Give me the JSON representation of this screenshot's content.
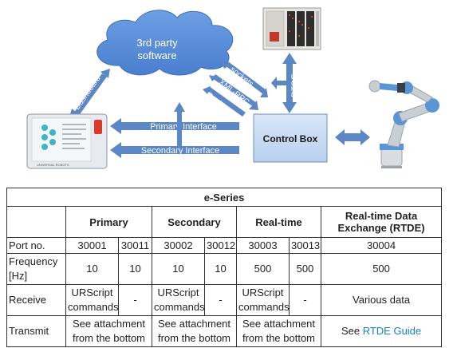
{
  "diagram": {
    "cloud_label_line1": "3rd party",
    "cloud_label_line2": "software",
    "arrow_dashboard": "Dashboard",
    "arrow_sockets": "sockets",
    "arrow_xmlrpc": "XML-RPC",
    "arrow_realtime": "Realtime",
    "arrow_rtde": "RTDE",
    "arrow_primary": "Primary Interface",
    "arrow_secondary": "Secondary Interface",
    "control_box": "Control Box",
    "teach_pendant_brand": "UNIVERSAL ROBOTS",
    "colors": {
      "arrow_blue": "#5b87c7",
      "cloud_blue": "#5a8fd6",
      "control_box_fill": "#c9dcf3"
    }
  },
  "table": {
    "title": "e-Series",
    "headers": [
      "Primary",
      "Secondary",
      "Real-time",
      "Real-time Data Exchange (RTDE)"
    ],
    "rows": {
      "port": {
        "label": "Port no.",
        "values": [
          "30001",
          "30011",
          "30002",
          "30012",
          "30003",
          "30013",
          "30004"
        ]
      },
      "frequency": {
        "label_line1": "Frequency",
        "label_line2": "[Hz]",
        "values": [
          "10",
          "10",
          "10",
          "10",
          "500",
          "500",
          "500"
        ]
      },
      "receive": {
        "label": "Receive",
        "urscript_line1": "URScript",
        "urscript_line2": "commands",
        "dash": "-",
        "rtde": "Various data"
      },
      "transmit": {
        "label": "Transmit",
        "attach_line1": "See attachment",
        "attach_line2": "from the bottom",
        "rtde_prefix": "See ",
        "rtde_link": "RTDE Guide"
      }
    }
  }
}
